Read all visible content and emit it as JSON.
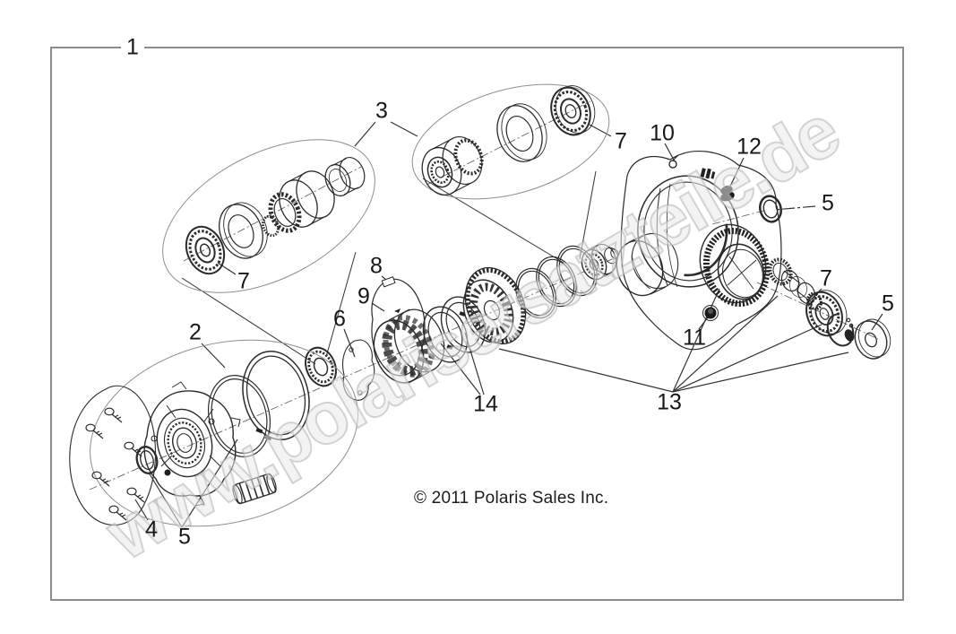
{
  "diagram": {
    "type": "exploded-parts-diagram",
    "subject": "gearcase assembly exploded view",
    "copyright": "© 2011 Polaris Sales Inc.",
    "watermark": {
      "text": "www.polarisersatzteile.de",
      "fill": "#e9e9e9",
      "stroke": "#b2b2b2"
    },
    "colors": {
      "line": "#2b2b2b",
      "blob_outline": "#8f8f8f",
      "leader": "#333333",
      "axis": "#666666"
    },
    "callouts": [
      {
        "label": "1"
      },
      {
        "label": "2"
      },
      {
        "label": "3"
      },
      {
        "label": "4"
      },
      {
        "label": "5"
      },
      {
        "label": "5"
      },
      {
        "label": "5"
      },
      {
        "label": "6"
      },
      {
        "label": "7"
      },
      {
        "label": "7"
      },
      {
        "label": "7"
      },
      {
        "label": "8"
      },
      {
        "label": "9"
      },
      {
        "label": "10"
      },
      {
        "label": "11"
      },
      {
        "label": "12"
      },
      {
        "label": "13"
      },
      {
        "label": "14"
      }
    ]
  }
}
